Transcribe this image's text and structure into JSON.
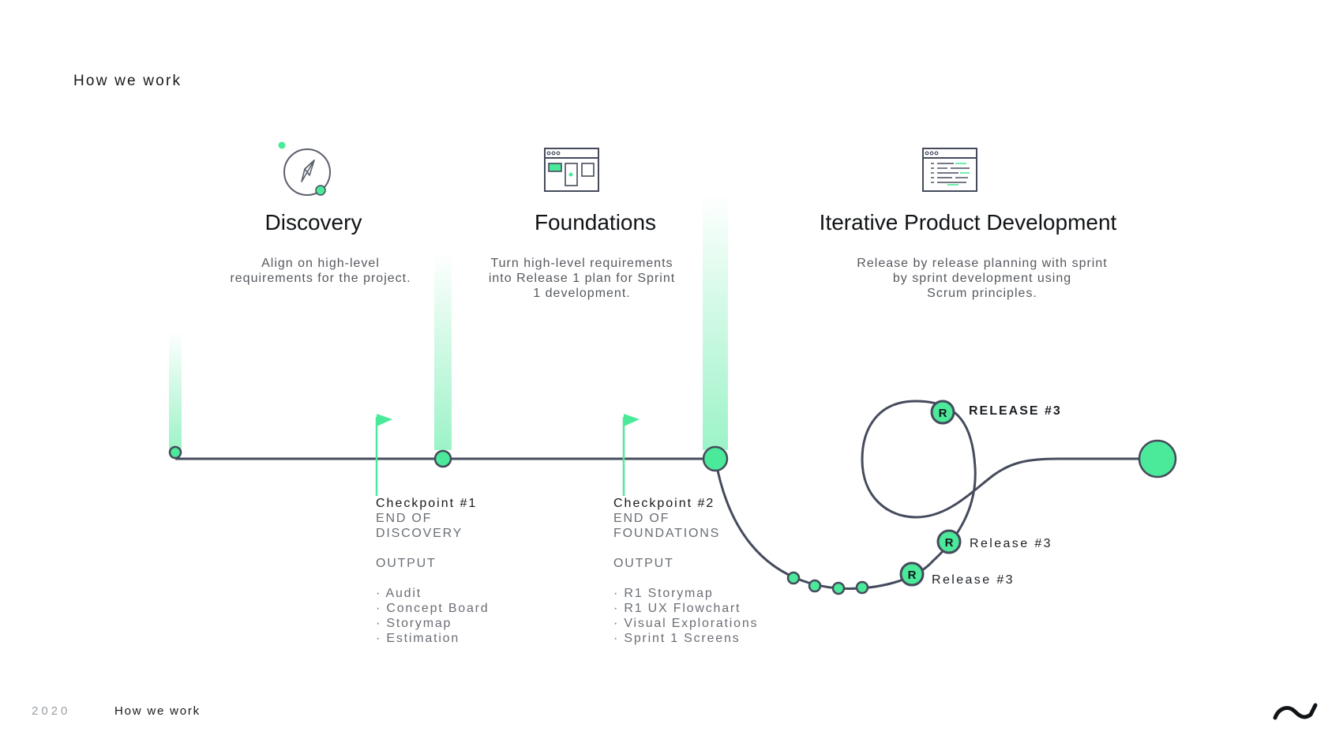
{
  "header": {
    "title": "How we work"
  },
  "phases": [
    {
      "id": "discovery",
      "title": "Discovery",
      "description": "Align on high-level\nrequirements for the project.",
      "icon": "compass-icon"
    },
    {
      "id": "foundations",
      "title": "Foundations",
      "description": "Turn high-level requirements\ninto Release 1 plan for Sprint\n1 development.",
      "icon": "wireframe-board-icon"
    },
    {
      "id": "iterative",
      "title": "Iterative Product Development",
      "description": "Release by release planning with sprint\nby sprint development using\nScrum principles.",
      "icon": "document-list-icon"
    }
  ],
  "checkpoints": [
    {
      "title": "Checkpoint #1",
      "end_line1": "END OF",
      "end_line2": "DISCOVERY",
      "output_label": "OUTPUT",
      "items": [
        "Audit",
        "Concept Board",
        "Storymap",
        "Estimation"
      ]
    },
    {
      "title": "Checkpoint #2",
      "end_line1": "END OF",
      "end_line2": "FOUNDATIONS",
      "output_label": "OUTPUT",
      "items": [
        "R1 Storymap",
        "R1 UX Flowchart",
        "Visual Explorations",
        "Sprint 1 Screens"
      ]
    }
  ],
  "releases": [
    {
      "marker": "R",
      "label": "RELEASE #3"
    },
    {
      "marker": "R",
      "label": "Release #3"
    },
    {
      "marker": "R",
      "label": "Release #3"
    }
  ],
  "footer": {
    "year": "2020",
    "title": "How we work"
  },
  "colors": {
    "accent": "#4be99a",
    "line": "#454b5c",
    "text": "#1b1f24",
    "muted": "#6a6e75"
  }
}
